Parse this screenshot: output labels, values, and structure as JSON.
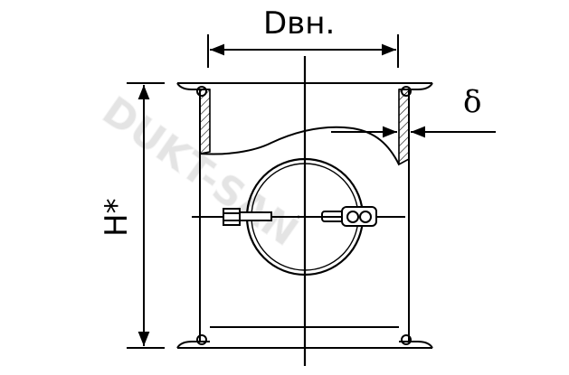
{
  "labels": {
    "inner_diameter": "Dвн.",
    "thickness": "δ",
    "height": "H*"
  },
  "watermark": "DUKT-SAN"
}
